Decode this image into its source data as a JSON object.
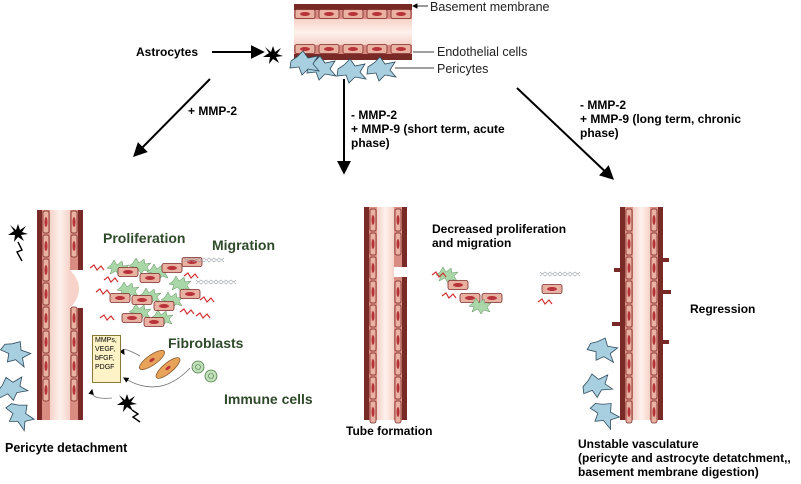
{
  "labels": {
    "basement_membrane": "Basement membrane",
    "endothelial_cells": "Endothelial cells",
    "pericytes": "Pericytes",
    "astrocytes": "Astrocytes",
    "path_left": "+ MMP-2",
    "path_mid_1": "- MMP-2",
    "path_mid_2": "+ MMP-9 (short term, acute",
    "path_mid_3": "phase)",
    "path_right_1": "- MMP-2",
    "path_right_2": "+ MMP-9 (long term, chronic",
    "path_right_3": "phase)",
    "proliferation": "Proliferation",
    "migration": "Migration",
    "fibroblasts": "Fibroblasts",
    "immune_cells": "Immune cells",
    "pericyte_detachment": "Pericyte detachment",
    "decreased_1": "Decreased proliferation",
    "decreased_2": "and migration",
    "tube_formation": "Tube formation",
    "regression": "Regression",
    "unstable_1": "Unstable vasculature",
    "unstable_2": "(pericyte and astrocyte detatchment,,",
    "unstable_3": "basement membrane digestion)"
  },
  "factors_box": [
    "MMPs,",
    "VEGF,",
    "bFGF,",
    "PDGF"
  ],
  "colors": {
    "membrane": "#7a2a26",
    "endothelial": "#e9b1a2",
    "nucleus": "#b8323a",
    "pericyte": "#a8cfe0",
    "fibroblast": "#e8a35a",
    "immune": "#bfe0b8",
    "green_cell": "#a9d7a8",
    "label_green": "#2f4a2a"
  }
}
